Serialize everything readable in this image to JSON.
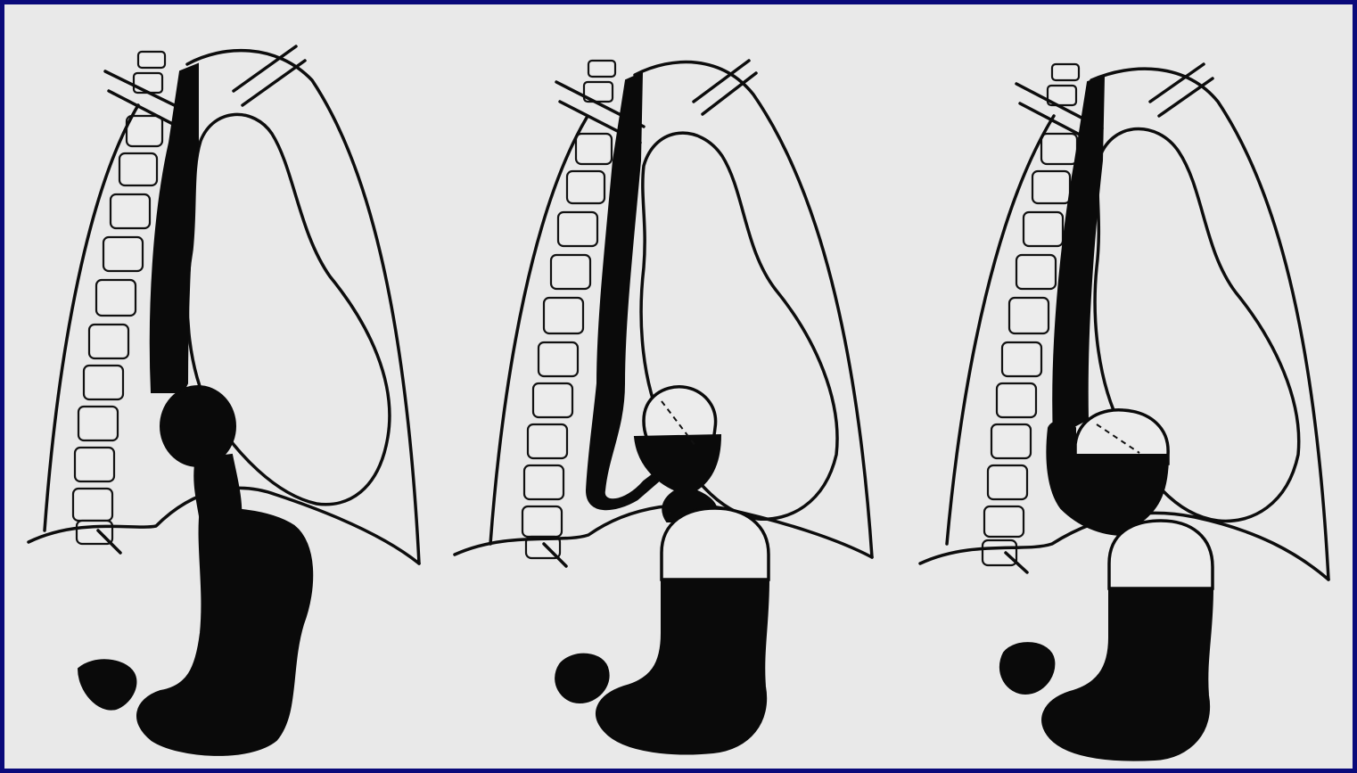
{
  "figure": {
    "panels": [
      {
        "id": "panel-1",
        "variant": "normal-esophagus-stomach",
        "herniated_pouch": false
      },
      {
        "id": "panel-2",
        "variant": "pouch-with-fluid-level",
        "herniated_pouch": true
      },
      {
        "id": "panel-3",
        "variant": "large-pouch-with-fluid-level",
        "herniated_pouch": true
      }
    ]
  },
  "colors": {
    "border": "#0a0a7a",
    "background": "#e9e9e9",
    "ink": "#0a0a0a"
  }
}
